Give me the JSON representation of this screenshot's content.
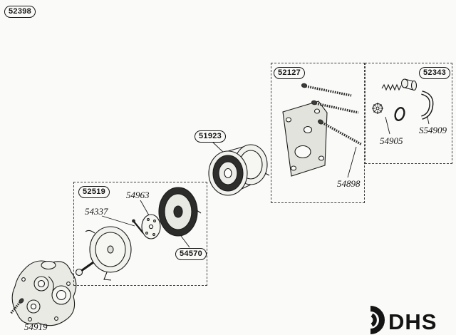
{
  "diagram": {
    "sheet_number": "52398",
    "logo_text": "DHS"
  },
  "groups": {
    "g52519": {
      "label": "52519",
      "contains": [
        "54337",
        "54963",
        "54570"
      ]
    },
    "g52127": {
      "label": "52127",
      "contains": [
        "54898"
      ]
    },
    "g52343": {
      "label": "52343",
      "contains": [
        "54905",
        "S54909"
      ]
    }
  },
  "parts": {
    "p51923": {
      "label": "51923"
    },
    "p54570": {
      "label": "54570"
    },
    "p54337": {
      "label": "54337"
    },
    "p54963": {
      "label": "54963"
    },
    "p54898": {
      "label": "54898"
    },
    "p54905": {
      "label": "54905"
    },
    "s54909": {
      "label": "S54909"
    },
    "p54919": {
      "label": "54919"
    }
  }
}
